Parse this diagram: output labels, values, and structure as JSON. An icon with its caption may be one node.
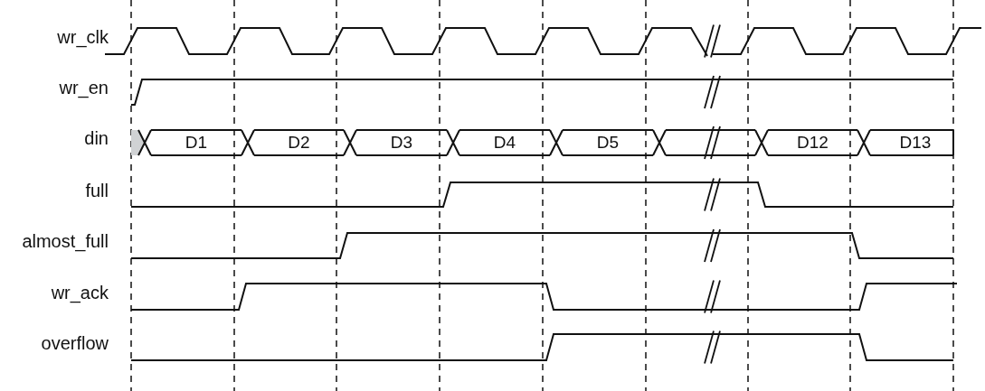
{
  "diagram": {
    "labels": [
      "wr_clk",
      "wr_en",
      "din",
      "D1",
      "D2",
      "D3",
      "D4",
      "D5",
      "D12",
      "D13",
      "full",
      "almost_full",
      "wr_ack",
      "overflow"
    ]
  }
}
